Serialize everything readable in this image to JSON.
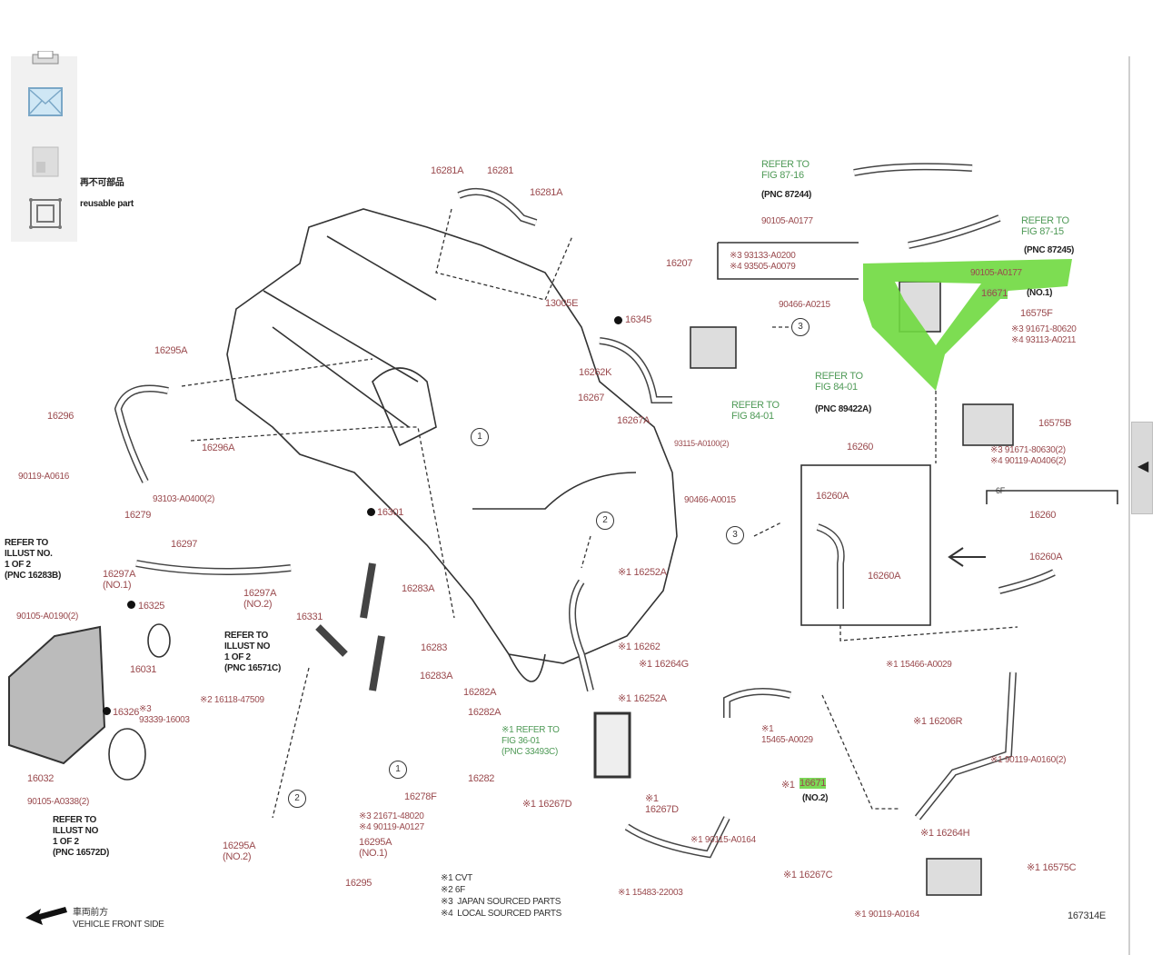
{
  "toolbar": {
    "icons": [
      "printer-icon",
      "mail-icon",
      "page-icon",
      "fit-page-icon"
    ],
    "legend_cn": "再不可部品",
    "legend_en": "reusable part"
  },
  "scrollbar": {
    "arrow": "◀"
  },
  "colors": {
    "part_label": "#9a4a4e",
    "refer_label": "#4f9a57",
    "highlight": "#6fd93f"
  },
  "labels": [
    "16281A",
    "16281",
    "16281A",
    "16295A",
    "16296",
    "16296A",
    "13005E",
    "16345",
    "16262K",
    "16267",
    "16267A",
    "93115-A0100(2)",
    "REFER TO\nFIG 84-01",
    "REFER TO\nFIG 84-01",
    "(PNC 89422A)",
    "90466-A0215",
    "REFER TO\nFIG 87-16",
    "(PNC 87244)",
    "90105-A0177",
    "REFER TO\nFIG 87-15",
    "(PNC 87245)",
    "16207",
    "※3 93133-A0200\n※4 93505-A0079",
    "90105-A0177",
    "16671",
    "(NO.1)",
    "16575F",
    "※3 91671-80620\n※4 93113-A0211",
    "16575B",
    "※3 91671-80630(2)\n※4 90119-A0406(2)",
    "16260",
    "16260A",
    "16260A",
    "6F",
    "16260",
    "16260A",
    "90466-A0015",
    "90119-A0616",
    "16279",
    "93103-A0400(2)",
    "REFER TO\nILLUST NO.\n1 OF 2\n(PNC 16283B)",
    "16297",
    "16297A\n(NO.1)",
    "16301",
    "16297A\n(NO.2)",
    "16331",
    "16283A",
    "16283",
    "16325",
    "90105-A0190(2)",
    "16031",
    "16326",
    "REFER TO\nILLUST NO\n1 OF 2\n(PNC 16571C)",
    "※2 16118-47509",
    "※3\n93339-16003",
    "16283A",
    "16282A",
    "16282A",
    "※1 REFER TO\nFIG 36-01\n(PNC 33493C)",
    "16282",
    "16278F",
    "16032",
    "90105-A0338(2)",
    "REFER TO\nILLUST NO\n1 OF 2\n(PNC 16572D)",
    "16295A\n(NO.2)",
    "※3 21671-48020\n※4 90119-A0127",
    "16295A\n(NO.1)",
    "16295",
    "※1 CVT\n※2 6F\n※3  JAPAN SOURCED PARTS\n※4  LOCAL SOURCED PARTS",
    "車両前方\nVEHICLE FRONT SIDE",
    "※1 16252A",
    "※1 16262",
    "※1 16252A",
    "※1 16267D",
    "※1\n16267D",
    "※1 16264G",
    "※1\n15465-A0029",
    "※1",
    "16671",
    "(NO.2)",
    "※1 90115-A0164",
    "※1 16267C",
    "※1 15483-22003",
    "※1 15466-A0029",
    "※1 16264H",
    "※1 16206R",
    "※1 90119-A0160(2)",
    "※1 16575C",
    "※1 90119-A0164",
    "167314E"
  ],
  "callouts": [
    "1",
    "3",
    "3",
    "2",
    "1",
    "2"
  ]
}
